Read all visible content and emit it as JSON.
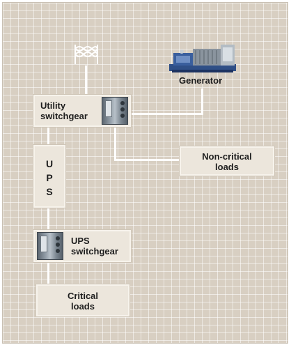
{
  "diagram": {
    "nodes": {
      "utility_switchgear": "Utility switchgear",
      "utility_line1": "Utility",
      "utility_line2": "switchgear",
      "generator": "Generator",
      "ups_letters": [
        "U",
        "P",
        "S"
      ],
      "ups_switchgear_line1": "UPS",
      "ups_switchgear_line2": "switchgear",
      "non_critical_line1": "Non-critical",
      "non_critical_line2": "loads",
      "critical_line1": "Critical",
      "critical_line2": "loads"
    },
    "icons": [
      "utility-tower-icon",
      "generator-icon",
      "switchgear-cabinet-icon"
    ],
    "colors": {
      "background": "#d8cfc2",
      "grid": "#ffffff",
      "box": "#ece6dc",
      "wire": "#ffffff",
      "text": "#1e1e1e",
      "generator_body": "#2f4f86"
    }
  }
}
